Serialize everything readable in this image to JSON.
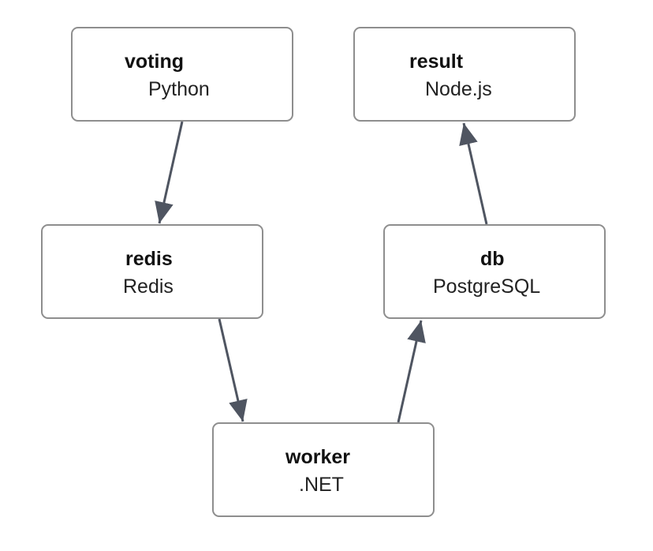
{
  "nodes": {
    "voting": {
      "title": "voting",
      "tech": "Python"
    },
    "result": {
      "title": "result",
      "tech": "Node.js"
    },
    "redis": {
      "title": "redis",
      "tech": "Redis"
    },
    "db": {
      "title": "db",
      "tech": "PostgreSQL"
    },
    "worker": {
      "title": "worker",
      "tech": ".NET"
    }
  },
  "edges": [
    {
      "from": "voting",
      "to": "redis"
    },
    {
      "from": "redis",
      "to": "worker"
    },
    {
      "from": "worker",
      "to": "db"
    },
    {
      "from": "db",
      "to": "result"
    }
  ],
  "colors": {
    "edge": "#4f5561",
    "node_border": "#8e8e8e",
    "background": "#ffffff"
  }
}
